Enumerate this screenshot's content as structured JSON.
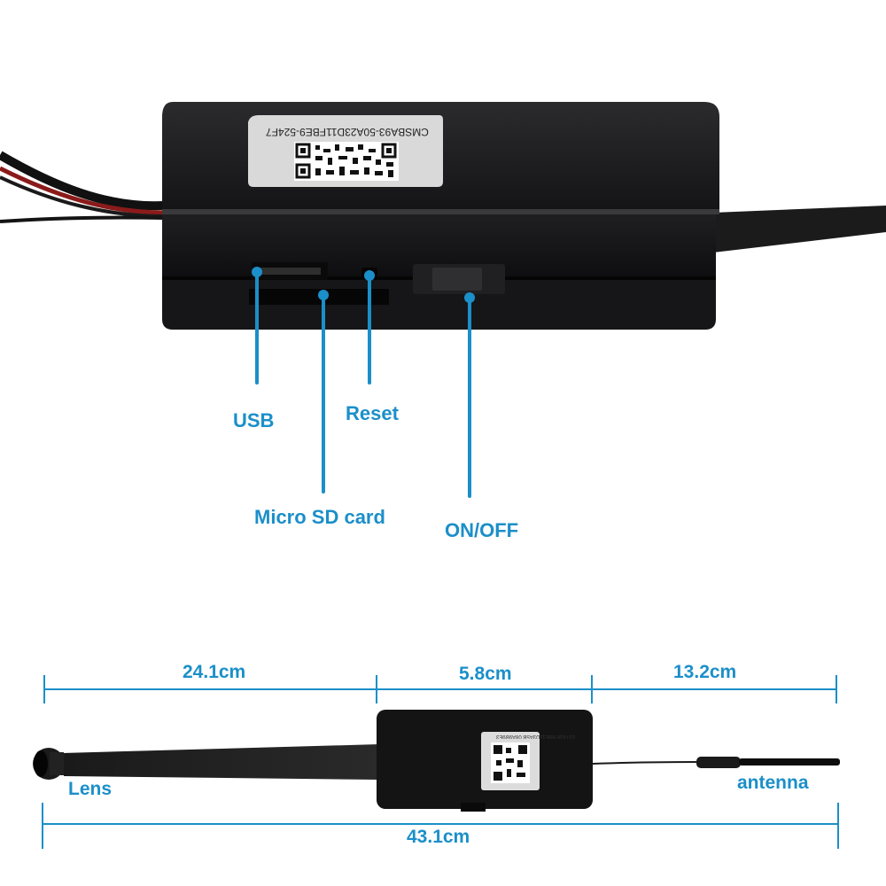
{
  "product": {
    "sticker_code": "CMSBA93-50A23D11FBE9-524F7",
    "small_sticker_code": "1ST628 B9E11D3A5B 08A9B9E3"
  },
  "callouts": {
    "usb": "USB",
    "reset": "Reset",
    "micro_sd": "Micro SD card",
    "on_off": "ON/OFF"
  },
  "dimensions": {
    "lens_cable": "24.1cm",
    "module": "5.8cm",
    "antenna": "13.2cm",
    "total": "43.1cm",
    "lens_label": "Lens",
    "antenna_label": "antenna"
  },
  "colors": {
    "accent": "#1b8fc9",
    "device_body": "#1c1c1e",
    "sticker": "#d9d9d9"
  }
}
